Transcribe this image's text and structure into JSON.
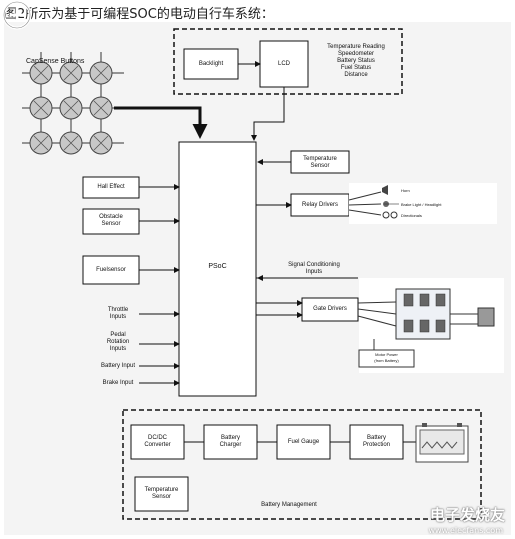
{
  "caption": "图2所示为基于可编程SOC的电动自行车系统：",
  "diagram": {
    "capsense_label": "CapSense Buttons",
    "psoc": "PSoC",
    "backlight": "Backlight",
    "lcd": "LCD",
    "lcd_info": [
      "Temperature Reading",
      "Speedometer",
      "Battery Status",
      "Fuel Status",
      "Distance"
    ],
    "temp_sensor_top": [
      "Temperature",
      "Sensor"
    ],
    "relay_drivers": "Relay Drivers",
    "relay_outputs": [
      "Horn",
      "Brake Light / Headlight",
      "Directionals"
    ],
    "signal_cond": [
      "Signal Conditioning",
      "Inputs"
    ],
    "gate_drivers": "Gate Drivers",
    "motor_power": [
      "Motor Power",
      "(from Battery)"
    ],
    "hall_effect": "Hall Effect",
    "obstacle_sensor": [
      "Obstacle",
      "Sensor"
    ],
    "fuel_sensor": "Fuelsensor",
    "throttle": [
      "Throttle",
      "Inputs"
    ],
    "pedal": [
      "Pedal",
      "Rotation",
      "Inputs"
    ],
    "battery_input": "Battery Input",
    "brake_input": "Brake Input",
    "dcdc": [
      "DC/DC",
      "Converter"
    ],
    "battery_charger": [
      "Battery",
      "Charger"
    ],
    "fuel_gauge": "Fuel Gauge",
    "battery_protection": [
      "Battery",
      "Protection"
    ],
    "temp_sensor_bottom": [
      "Temperature",
      "Sensor"
    ],
    "battery_management": "Battery Management"
  },
  "watermark": {
    "main": "电子发烧友",
    "sub": "www.elecfans.com"
  }
}
